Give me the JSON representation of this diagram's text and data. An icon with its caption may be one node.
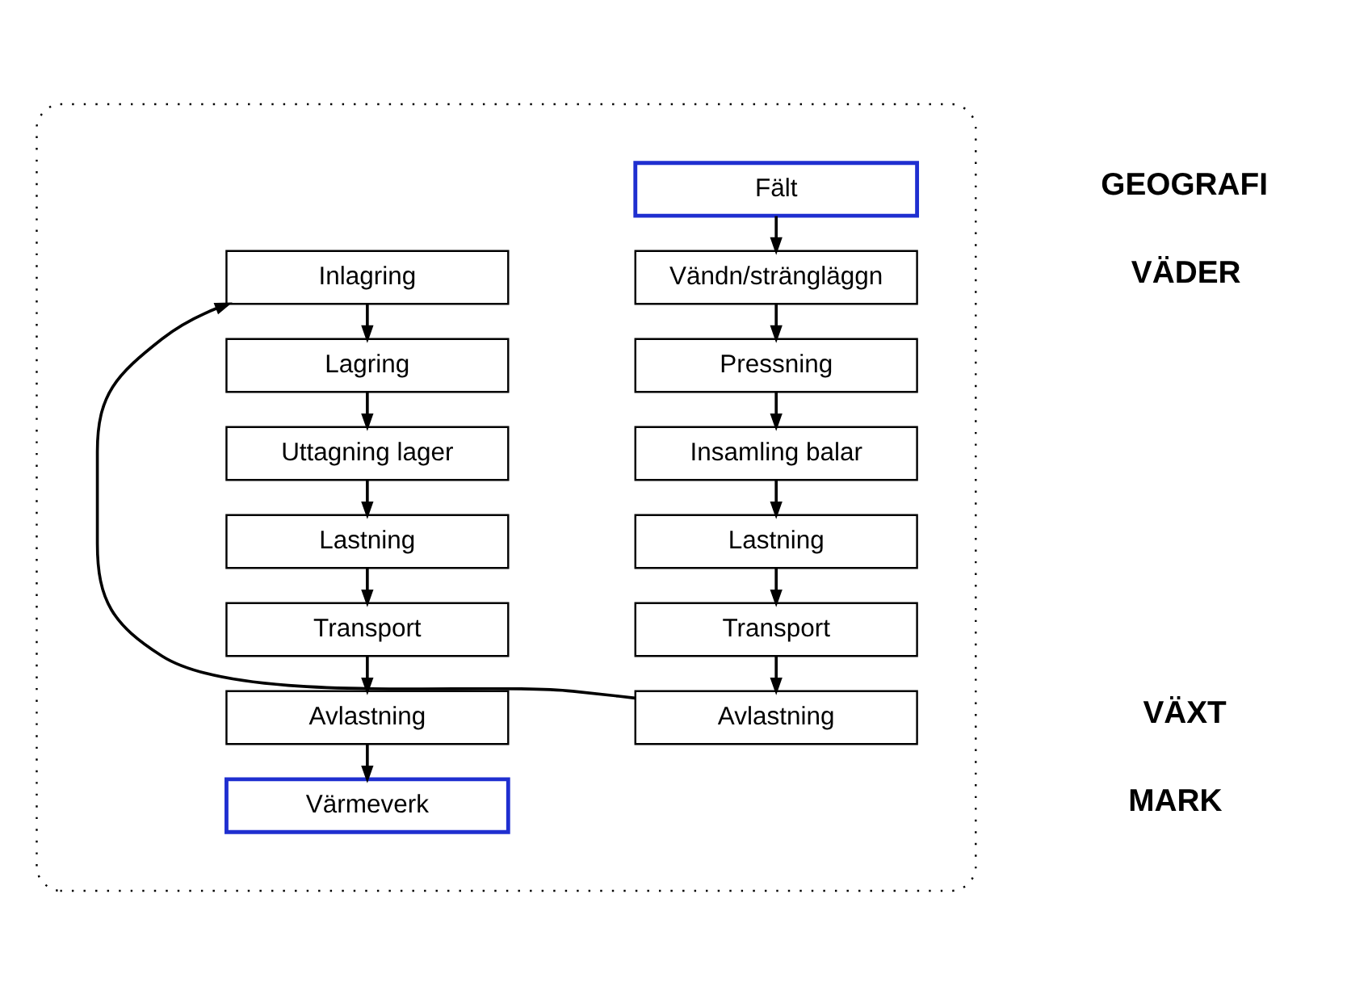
{
  "diagram": {
    "nodes": [
      {
        "text": [],
        "shape": "ellipse"
      },
      {
        "text": [
          "Fält"
        ],
        "in": 0
      },
      {
        "text": [
          "Vändn/strängläggn"
        ],
        "in": 0
      },
      {
        "text": [
          "Pressning"
        ],
        "in": 0
      },
      {
        "text": [
          "Insamling balar"
        ],
        "in": 0
      },
      {
        "text": [
          "Lastning"
        ],
        "in": 0
      },
      {
        "text": [
          "Transport"
        ],
        "in": 0
      },
      {
        "text": [
          "Avlastning"
        ],
        "in": 0
      },
      {
        "text": [
          "Inlagring"
        ],
        "in": 0
      },
      {
        "text": [
          "Lagring"
        ],
        "in": 0
      },
      {
        "text": [
          "Uttagning lager"
        ],
        "in": 0
      },
      {
        "text": [
          "Lastning"
        ],
        "in": 0
      },
      {
        "text": [
          "Transport"
        ],
        "in": 0
      },
      {
        "text": [
          "Avlastning"
        ],
        "in": 0
      },
      {
        "text": [
          "Värmeverk"
        ],
        "in": 0
      }
    ],
    "edges": [
      {
        "from": 1,
        "to": 2,
        "arrow": "to"
      },
      {
        "from": 2,
        "to": 3,
        "arrow": "to"
      },
      {
        "from": 3,
        "to": 4,
        "arrow": "to"
      },
      {
        "from": 4,
        "to": 5,
        "arrow": "to"
      },
      {
        "from": 5,
        "to": 6,
        "arrow": "to"
      },
      {
        "from": 6,
        "to": 7,
        "arrow": "to"
      },
      {
        "from": 7,
        "to": 8,
        "arrow": "to"
      },
      {
        "from": 8,
        "to": 9,
        "arrow": "to"
      },
      {
        "from": 9,
        "to": 10,
        "arrow": "to"
      },
      {
        "from": 10,
        "to": 11,
        "arrow": "to"
      },
      {
        "from": 11,
        "to": 12,
        "arrow": "to"
      },
      {
        "from": 12,
        "to": 13,
        "arrow": "to"
      },
      {
        "from": 13,
        "to": 14,
        "arrow": "to"
      }
    ],
    "labels": [
      "GEOGRAFI",
      "VÄDER",
      "VÄXT",
      "MARK"
    ]
  }
}
